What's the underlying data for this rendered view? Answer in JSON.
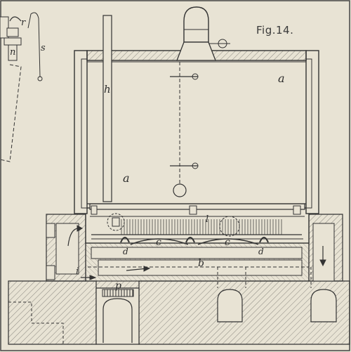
{
  "figure": {
    "title": "Fig.14.",
    "labels": {
      "r": "r",
      "n": "n",
      "s": "s",
      "a_top": "a",
      "h": "h",
      "a_left": "a",
      "l": "l",
      "c_left": "c",
      "c_right": "c",
      "d_left": "d",
      "d_right": "d",
      "b": "b",
      "i": "i",
      "p": "p"
    }
  },
  "colors": {
    "paper": "#e8e3d4",
    "ink": "#2e2e2e",
    "hatch": "#8d8a82"
  }
}
